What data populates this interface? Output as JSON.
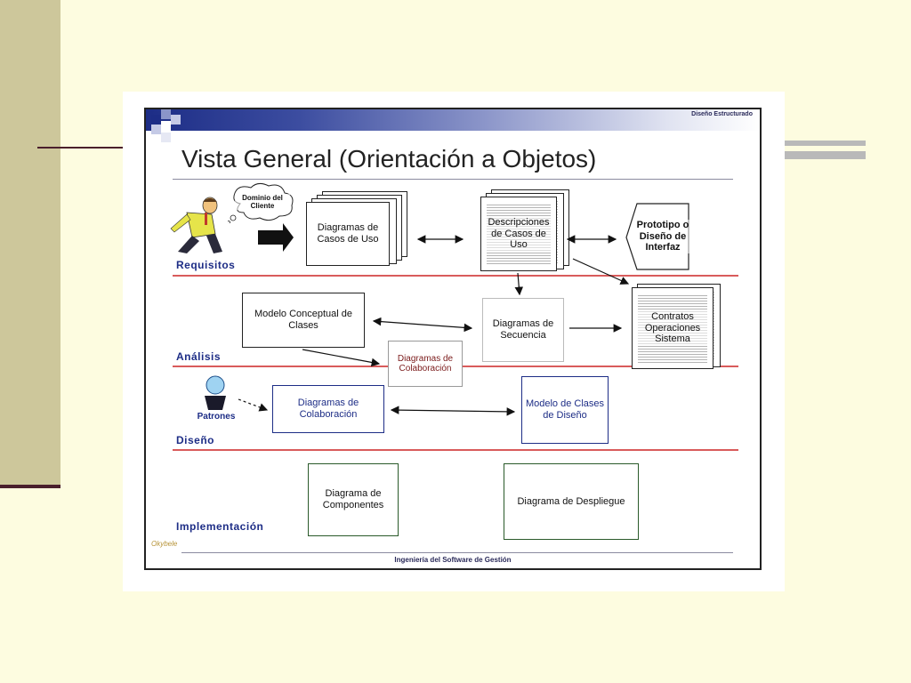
{
  "slide": {
    "accent": "#cdc79b",
    "background": "#fdfce0"
  },
  "figure": {
    "header_tag": "Diseño Estructurado",
    "title": "Vista General (Orientación a Objetos)",
    "footer": "Ingeniería del Software de Gestión",
    "logo": "Okybele",
    "lanes": {
      "requisitos": "Requisitos",
      "analisis": "Análisis",
      "diseno": "Diseño",
      "implementacion": "Implementación"
    },
    "cloud": "Dominio del Cliente",
    "patrones": "Patrones",
    "nodes": {
      "casos_uso": "Diagramas de Casos de Uso",
      "descripciones": "Descripciones de Casos de Uso",
      "prototipo": "Prototipo o Diseño de Interfaz",
      "modelo_conceptual": "Modelo Conceptual de Clases",
      "secuencia": "Diagramas de Secuencia",
      "contratos": "Contratos Operaciones Sistema",
      "colaboracion_analisis": "Diagramas de Colaboración",
      "colaboracion": "Diagramas de Colaboración",
      "modelo_diseno": "Modelo de Clases de Diseño",
      "componentes": "Diagrama de Componentes",
      "despliegue": "Diagrama de Despliegue"
    },
    "colors": {
      "lane_label": "#1d2d86",
      "separator": "#d95b5b",
      "header_start": "#1d2d86"
    }
  }
}
